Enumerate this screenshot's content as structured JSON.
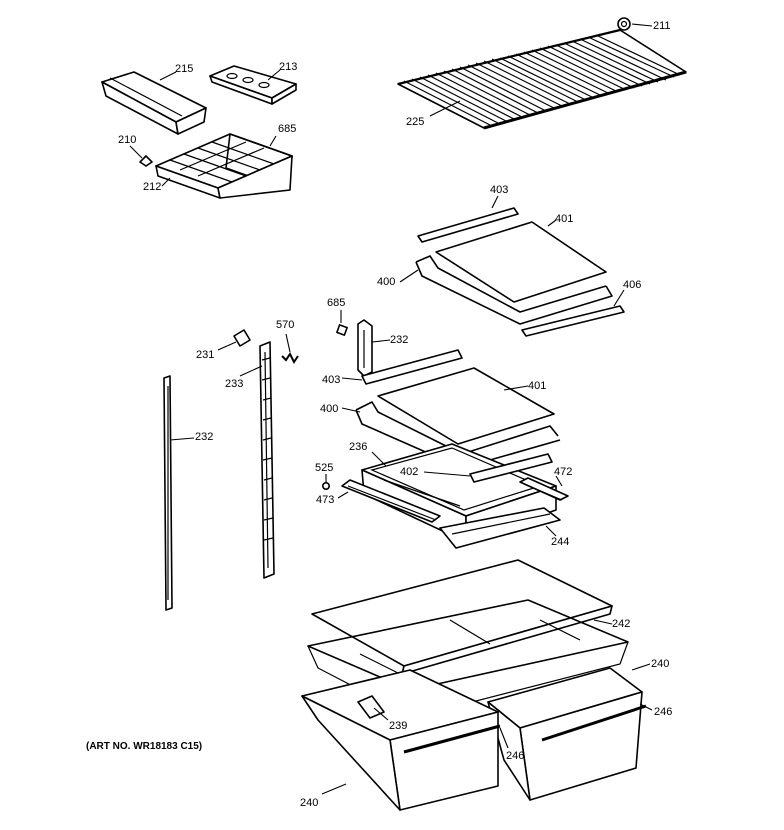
{
  "art_number": "(ART NO. WR18183 C15)",
  "labels": {
    "l211": "211",
    "l215": "215",
    "l213": "213",
    "l225": "225",
    "l685a": "685",
    "l210": "210",
    "l212": "212",
    "l403a": "403",
    "l401a": "401",
    "l400a": "400",
    "l406": "406",
    "l685b": "685",
    "l570": "570",
    "l232a": "232",
    "l231": "231",
    "l233": "233",
    "l403b": "403",
    "l401b": "401",
    "l400b": "400",
    "l232b": "232",
    "l236": "236",
    "l525": "525",
    "l402": "402",
    "l472": "472",
    "l473": "473",
    "l244": "244",
    "l242": "242",
    "l240a": "240",
    "l246a": "246",
    "l239": "239",
    "l246b": "246",
    "l240b": "240"
  }
}
